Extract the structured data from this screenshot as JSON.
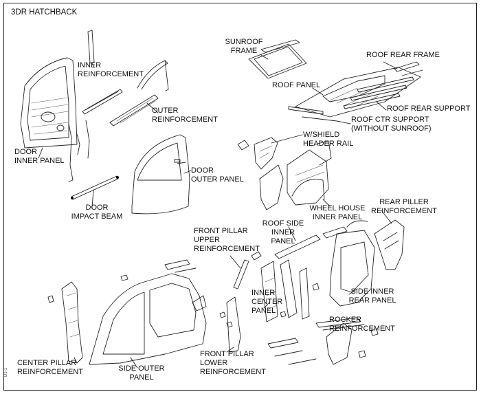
{
  "header": {
    "title": "3DR HATCHBACK"
  },
  "labels": {
    "inner_reinforcement": "INNER\nREINFORCEMENT",
    "outer_reinforcement": "OUTER\nREINFORCEMENT",
    "door_inner_panel": "DOOR\nINNER PANEL",
    "door_outer_panel": "DOOR\nOUTER PANEL",
    "door_impact_beam": "DOOR\nIMPACT BEAM",
    "sunroof_frame": "SUNROOF\nFRAME",
    "roof_rear_frame": "ROOF REAR FRAME",
    "roof_panel": "ROOF PANEL",
    "roof_rear_support": "ROOF REAR SUPPORT",
    "roof_ctr_support": "ROOF CTR SUPPORT\n(WITHOUT SUNROOF)",
    "wshield_header_rail": "W/SHIELD\nHEADER RAIL",
    "wheel_house_inner_panel": "WHEEL HOUSE\nINNER PANEL",
    "rear_piller_reinforcement": "REAR PILLER\nREINFORCEMENT",
    "roof_side_inner_panel": "ROOF SIDE\nINNER PANEL",
    "front_pillar_upper_reinforcement": "FRONT PILLAR\nUPPER\nREINFORCEMENT",
    "inner_center_panel": "INNER\nCENTER\nPANEL",
    "side_inner_rear_panel": "SIDE INNER\nREAR PANEL",
    "rocker_reinforcement": "ROCKER\nREINFORCEMENT",
    "front_pillar_lower_reinforcement": "FRONT PILLAR\nLOWER\nREINFORCEMENT",
    "center_pillar_reinforcement": "CENTER PILLAR\nREINFORCEMENT",
    "side_outer_panel": "SIDE OUTER\nPANEL"
  },
  "figure_code": "D1-1"
}
